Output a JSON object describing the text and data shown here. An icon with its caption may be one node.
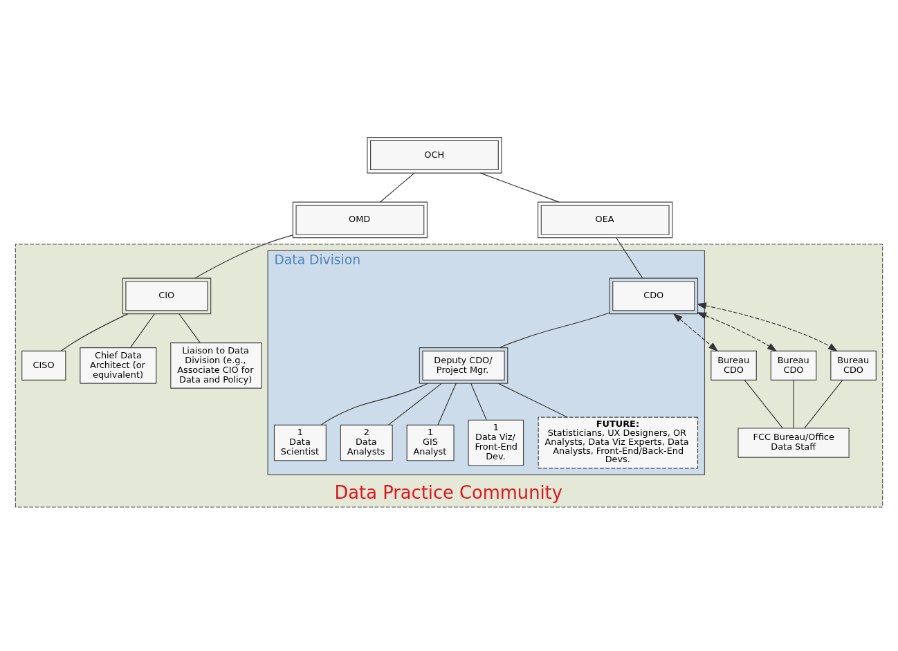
{
  "diagram": {
    "nodes": [
      {
        "text": [
          "OCH"
        ]
      },
      {
        "text": [
          "OMD"
        ]
      },
      {
        "text": [
          "OEA"
        ]
      },
      {
        "text": [
          "Data Practice Community"
        ]
      },
      {
        "text": [
          "CIO"
        ],
        "in": 3
      },
      {
        "text": [
          "CISO"
        ],
        "in": 3
      },
      {
        "text": [
          "Chief Data Architect (or equivalent)"
        ],
        "in": 3
      },
      {
        "text": [
          "Liaison to Data Division (e.g., Associate CIO for Data and Policy)"
        ],
        "in": 3
      },
      {
        "text": [
          "Data Division"
        ],
        "in": 3
      },
      {
        "text": [
          "CDO"
        ],
        "in": 8
      },
      {
        "text": [
          "Deputy CDO/ Project Mgr."
        ],
        "in": 8
      },
      {
        "text": [
          "1",
          "Data Scientist"
        ],
        "in": 8
      },
      {
        "text": [
          "2",
          "Data Analysts"
        ],
        "in": 8
      },
      {
        "text": [
          "1",
          "GIS Analyst"
        ],
        "in": 8
      },
      {
        "text": [
          "1",
          "Data Viz/ Front-End Dev."
        ],
        "in": 8
      },
      {
        "text": [
          "FUTURE:",
          "Statisticians, UX Designers, OR Analysts, Data Viz Experts, Data Analysts, Front-End/Back-End Devs."
        ],
        "in": 8
      },
      {
        "text": [
          "Bureau CDO"
        ],
        "in": 3
      },
      {
        "text": [
          "Bureau CDO"
        ],
        "in": 3
      },
      {
        "text": [
          "Bureau CDO"
        ],
        "in": 3
      },
      {
        "text": [
          "FCC Bureau/Office Data Staff"
        ],
        "in": 3
      }
    ],
    "edges": [
      {
        "from": 0,
        "to": 1,
        "arrow": "none"
      },
      {
        "from": 0,
        "to": 2,
        "arrow": "none"
      },
      {
        "from": 1,
        "to": 4,
        "arrow": "none"
      },
      {
        "from": 2,
        "to": 9,
        "arrow": "none"
      },
      {
        "from": 4,
        "to": 5,
        "arrow": "none"
      },
      {
        "from": 4,
        "to": 6,
        "arrow": "none"
      },
      {
        "from": 4,
        "to": 7,
        "arrow": "none"
      },
      {
        "from": 9,
        "to": 10,
        "arrow": "none"
      },
      {
        "from": 10,
        "to": 11,
        "arrow": "none"
      },
      {
        "from": 10,
        "to": 12,
        "arrow": "none"
      },
      {
        "from": 10,
        "to": 13,
        "arrow": "none"
      },
      {
        "from": 10,
        "to": 14,
        "arrow": "none"
      },
      {
        "from": 10,
        "to": 15,
        "arrow": "none"
      },
      {
        "from": 9,
        "to": 16,
        "arrow": "both",
        "style": "dashed"
      },
      {
        "from": 9,
        "to": 17,
        "arrow": "both",
        "style": "dashed"
      },
      {
        "from": 9,
        "to": 18,
        "arrow": "both",
        "style": "dashed"
      },
      {
        "from": 16,
        "to": 19,
        "arrow": "none"
      },
      {
        "from": 17,
        "to": 19,
        "arrow": "none"
      },
      {
        "from": 18,
        "to": 19,
        "arrow": "none"
      }
    ]
  }
}
